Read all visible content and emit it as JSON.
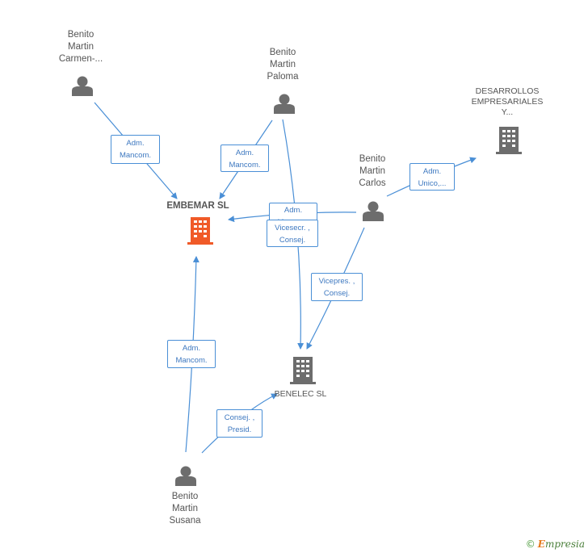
{
  "nodes": {
    "carmen": {
      "lines": [
        "Benito",
        "Martin",
        "Carmen-..."
      ]
    },
    "paloma": {
      "lines": [
        "Benito",
        "Martin",
        "Paloma"
      ]
    },
    "desarrollos": {
      "lines": [
        "DESARROLLOS",
        "EMPRESARIALES",
        "Y..."
      ]
    },
    "carlos": {
      "lines": [
        "Benito",
        "Martin",
        "Carlos"
      ]
    },
    "embemar": {
      "lines": [
        "EMBEMAR SL"
      ]
    },
    "benelec": {
      "lines": [
        "BENELEC SL"
      ]
    },
    "susana": {
      "lines": [
        "Benito",
        "Martin",
        "Susana"
      ]
    }
  },
  "edges": {
    "carmen_embemar": {
      "lines": [
        "Adm.",
        "Mancom."
      ]
    },
    "paloma_embemar": {
      "lines": [
        "Adm.",
        "Mancom."
      ]
    },
    "carlos_embemar": {
      "lines": [
        "Adm.",
        "Mancom."
      ]
    },
    "paloma_benelec": {
      "lines": [
        "Vicesecr. ,",
        "Consej."
      ]
    },
    "carlos_desarrollos": {
      "lines": [
        "Adm.",
        "Unico,..."
      ]
    },
    "carlos_benelec": {
      "lines": [
        "Vicepres. ,",
        "Consej."
      ]
    },
    "susana_embemar": {
      "lines": [
        "Adm.",
        "Mancom."
      ]
    },
    "susana_benelec": {
      "lines": [
        "Consej. ,",
        "Presid."
      ]
    }
  },
  "footer": {
    "copyright": "©",
    "brand_first": "E",
    "brand_rest": "mpresia"
  },
  "colors": {
    "edge": "#4a8fd6",
    "person": "#6d6d6d",
    "company": "#6d6d6d",
    "main_company": "#f05a28"
  }
}
